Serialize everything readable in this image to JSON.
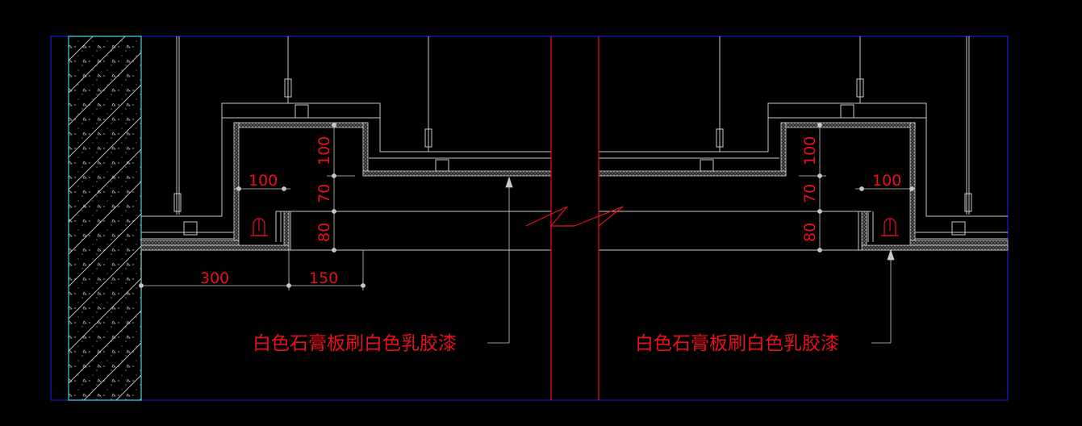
{
  "drawing": {
    "background": "#000000",
    "colors": {
      "frame": "#1c1ccc",
      "line": "#c8c8c8",
      "wall_edge": "#3fd6d6",
      "annotation": "#e8101a",
      "break_line": "#e8101a"
    },
    "dimensions": {
      "left_horizontal_a": "300",
      "left_horizontal_b": "150",
      "left_offset": "100",
      "left_vertical_top": "100",
      "left_vertical_mid": "70",
      "left_vertical_bottom": "80",
      "right_offset": "100",
      "right_vertical_top": "100",
      "right_vertical_mid": "70",
      "right_vertical_bottom": "80"
    },
    "notes": {
      "left": "白色石膏板刷白色乳胶漆",
      "right": "白色石膏板刷白色乳胶漆"
    },
    "icons": [
      "hatched-wall-icon",
      "hanger-rod-icon",
      "sprinkler-icon",
      "break-line-icon"
    ]
  }
}
